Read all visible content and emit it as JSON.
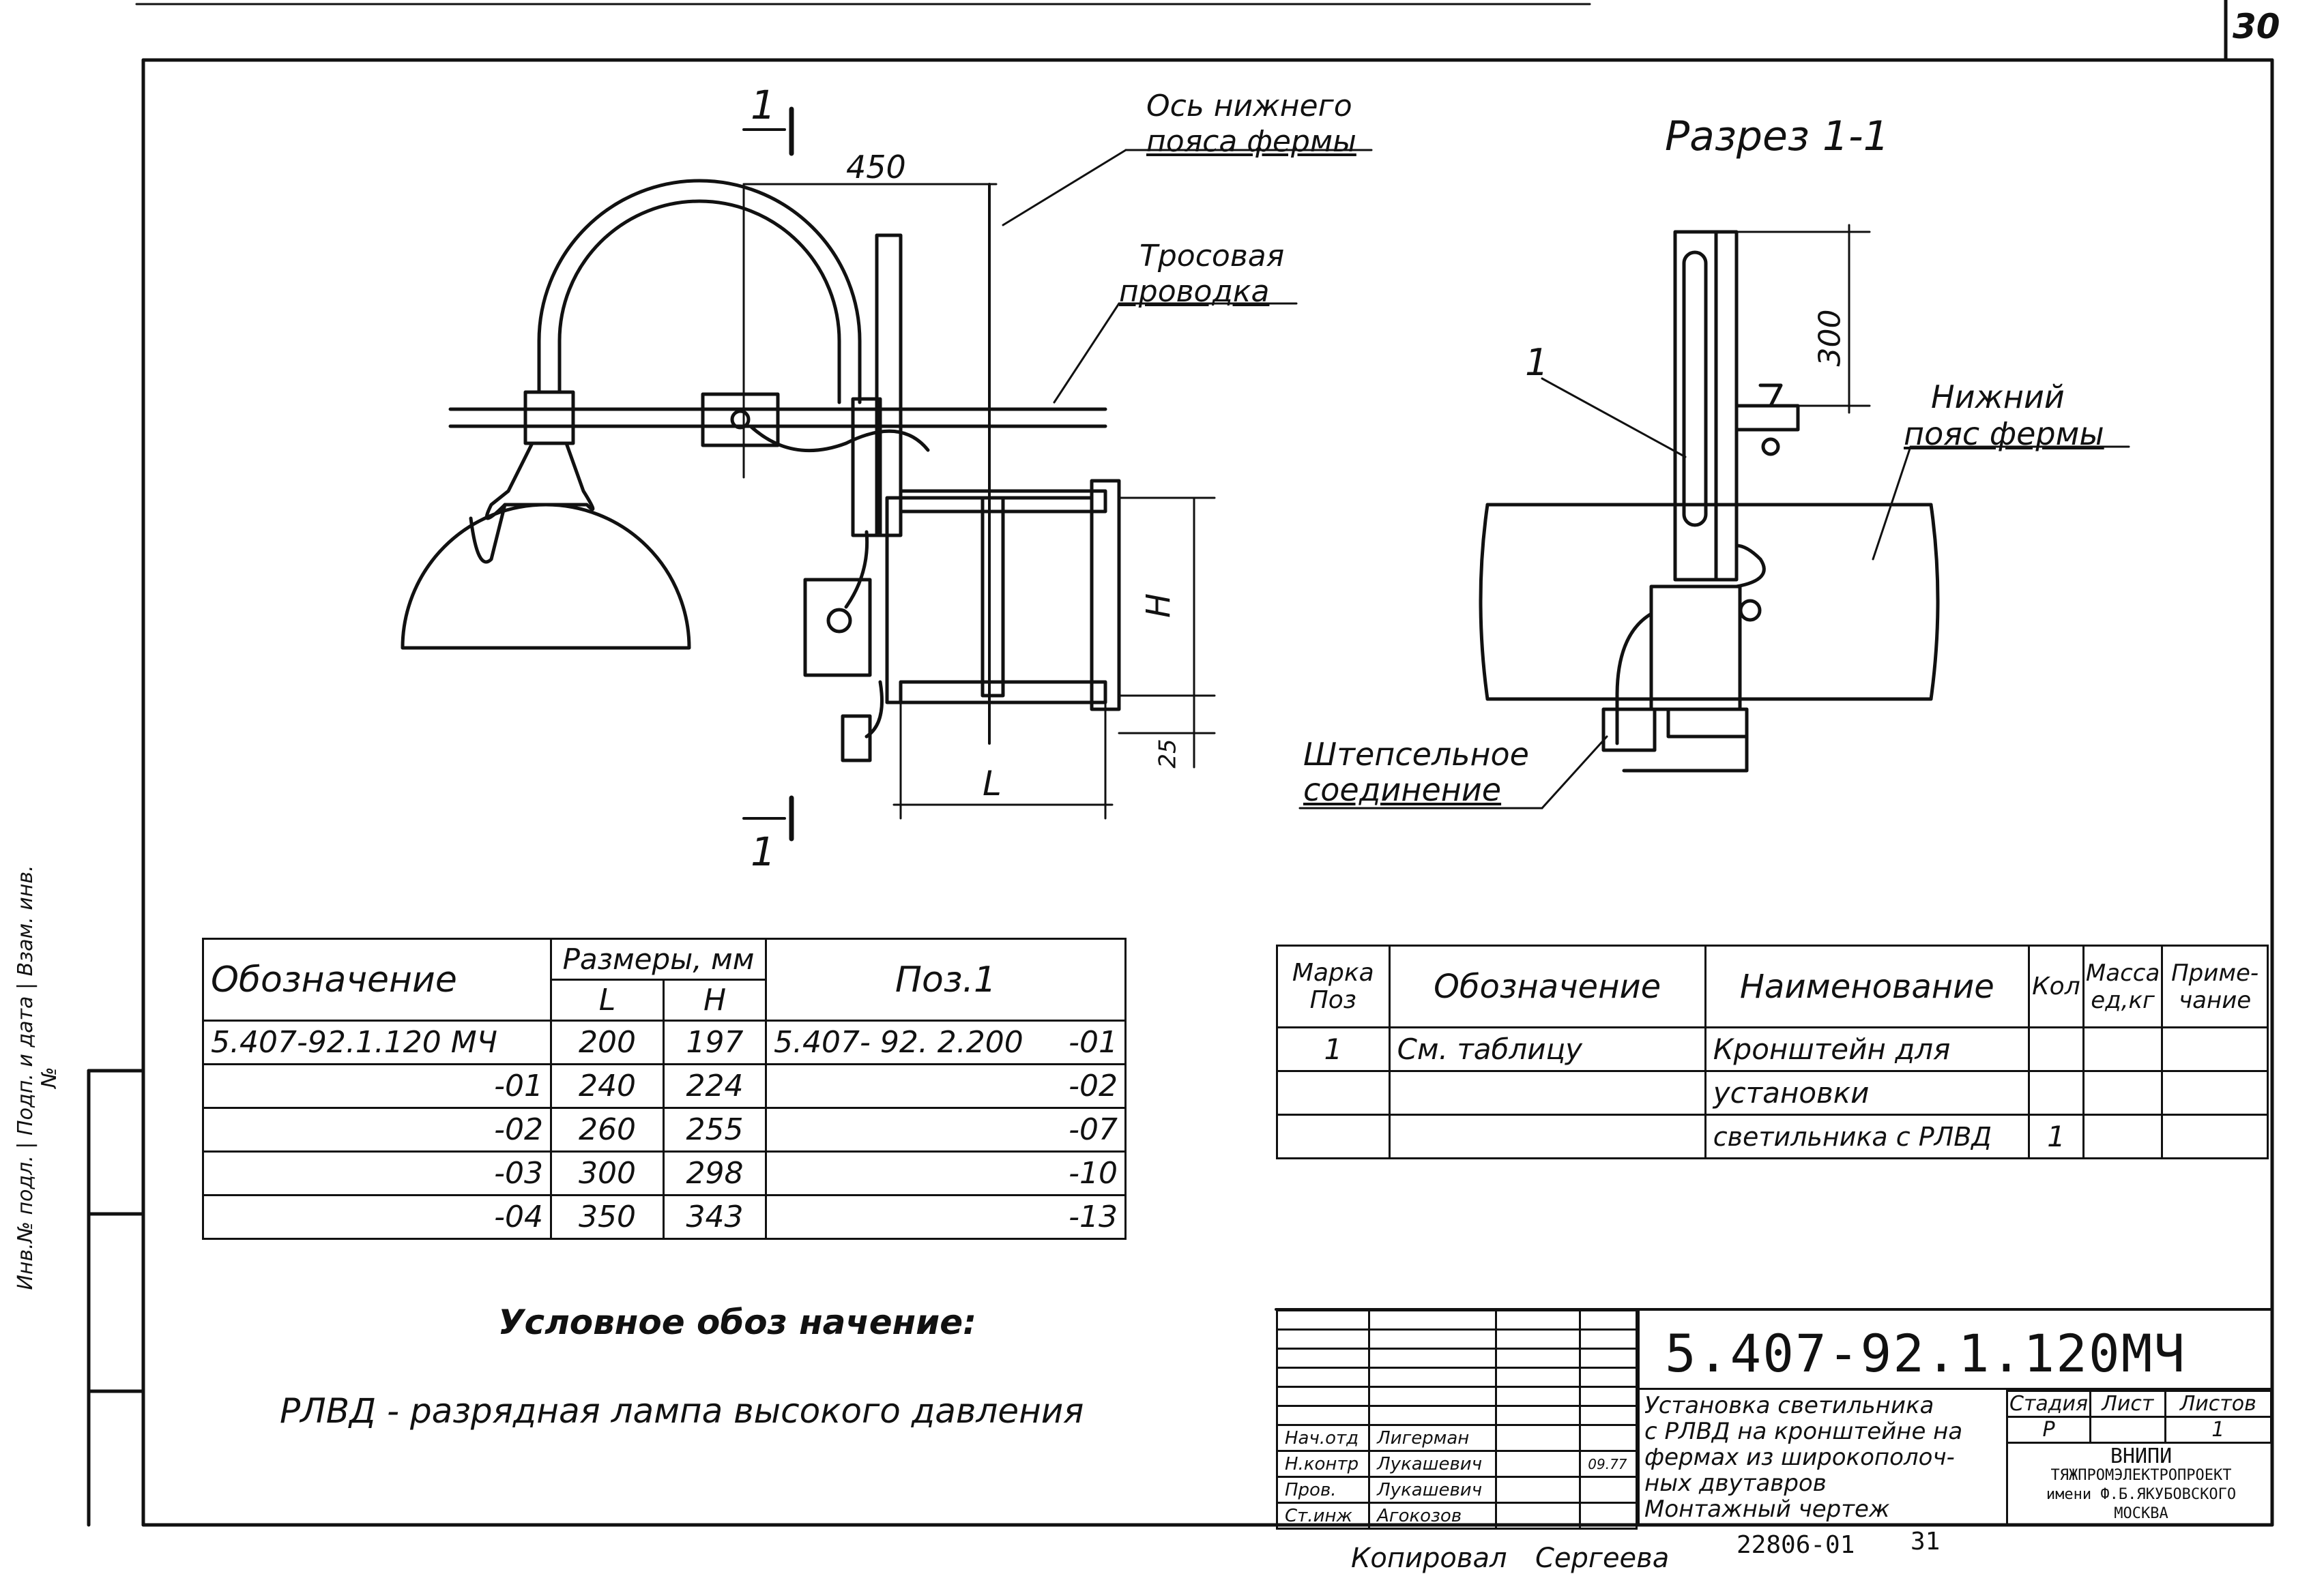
{
  "sheet_number": "30",
  "view_main": {
    "section_mark_top": "1",
    "section_mark_bottom": "1",
    "dim_450": "450",
    "dim_H": "H",
    "dim_L": "L",
    "dim_25": "25",
    "axis_label_line1": "Ось нижнего",
    "axis_label_line2": "пояса фермы",
    "cable_label_line1": "Тросовая",
    "cable_label_line2": "проводка"
  },
  "view_section": {
    "title": "Разрез 1-1",
    "dim_300": "300",
    "leader_1": "1",
    "chord_label_line1": "Нижний",
    "chord_label_line2": "пояс фермы",
    "plug_label_line1": "Штепсельное",
    "plug_label_line2": "соединение"
  },
  "sizes_table": {
    "col_designation": "Обозначение",
    "col_sizes": "Размеры, мм",
    "col_L": "L",
    "col_H": "H",
    "col_pos": "Поз.1",
    "rows": [
      {
        "designation": "5.407-92.1.120 МЧ",
        "L": "200",
        "H": "197",
        "pos_base": "5.407- 92. 2.200",
        "pos_suffix": "-01"
      },
      {
        "designation": "-01",
        "L": "240",
        "H": "224",
        "pos_base": "",
        "pos_suffix": "-02"
      },
      {
        "designation": "-02",
        "L": "260",
        "H": "255",
        "pos_base": "",
        "pos_suffix": "-07"
      },
      {
        "designation": "-03",
        "L": "300",
        "H": "298",
        "pos_base": "",
        "pos_suffix": "-10"
      },
      {
        "designation": "-04",
        "L": "350",
        "H": "343",
        "pos_base": "",
        "pos_suffix": "-13"
      }
    ]
  },
  "spec_table": {
    "col_mark_l1": "Марка",
    "col_mark_l2": "Поз",
    "col_designation": "Обозначение",
    "col_name": "Наименование",
    "col_qty": "Кол",
    "col_mass_l1": "Масса",
    "col_mass_l2": "ед,кг",
    "col_note_l1": "Приме-",
    "col_note_l2": "чание",
    "rows": [
      {
        "mark": "1",
        "designation": "См. таблицу",
        "name": "Кронштейн для",
        "qty": "",
        "mass": "",
        "note": ""
      },
      {
        "mark": "",
        "designation": "",
        "name": "установки",
        "qty": "",
        "mass": "",
        "note": ""
      },
      {
        "mark": "",
        "designation": "",
        "name": "светильника с РЛВД",
        "qty": "1",
        "mass": "",
        "note": ""
      }
    ]
  },
  "legend": {
    "title": "Условное обоз начение:",
    "text": "РЛВД - разрядная лампа высокого давления"
  },
  "title_block": {
    "code": "5.407-92.1.120МЧ",
    "desc_l1": "Установка светильника",
    "desc_l2": "с РЛВД на кронштейне на",
    "desc_l3": "фермах из широкополоч-",
    "desc_l4": "ных двутавров",
    "desc_l5": "Монтажный чертеж",
    "stage_label": "Стадия",
    "sheet_label": "Лист",
    "sheets_label": "Листов",
    "stage_value": "Р",
    "sheets_value": "1",
    "org_l1": "ВНИПИ",
    "org_l2": "ТЯЖПРОМЭЛЕКТРОПРОЕКТ",
    "org_l3": "имени Ф.Б.ЯКУБОВСКОГО",
    "org_l4": "МОСКВА",
    "staff": [
      {
        "role": "Нач.отд",
        "name": "Лигерман"
      },
      {
        "role": "Н.контр",
        "name": "Лукашевич"
      },
      {
        "role": "Пров.",
        "name": "Лукашевич"
      },
      {
        "role": "Ст.инж",
        "name": "Агокозов"
      }
    ],
    "date_note": "09.77"
  },
  "side_stamp": "Инв.№ подл. | Подп. и дата | Взам. инв.№",
  "footer": {
    "archive_no": "22806-01",
    "page_no": "31",
    "copied": "Копировал",
    "copier": "Сергеева"
  }
}
